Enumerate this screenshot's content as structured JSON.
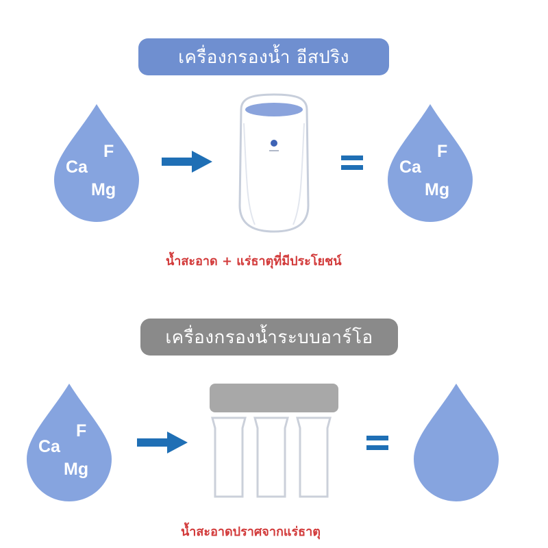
{
  "sections": {
    "espring": {
      "title": "เครื่องกรองน้ำ อีสปริง",
      "input_drop": {
        "minerals": [
          "Ca",
          "F",
          "Mg"
        ]
      },
      "operator": "=",
      "output_drop": {
        "minerals": [
          "Ca",
          "F",
          "Mg"
        ]
      },
      "caption": "น้ำสะอาด + แร่ธาตุที่มีประโยชน์"
    },
    "ro": {
      "title": "เครื่องกรองน้ำระบบอาร์โอ",
      "input_drop": {
        "minerals": [
          "Ca",
          "F",
          "Mg"
        ]
      },
      "operator": "=",
      "caption": "น้ำสะอาดปราศจากแร่ธาตุ"
    }
  },
  "colors": {
    "drop": "#86a4df",
    "arrow": "#1f6fb5",
    "espring_title_bg": "#6f8fd0",
    "ro_title_bg": "#8a8a8a",
    "caption": "#d23a3a"
  },
  "icons": [
    "water-drop-icon",
    "arrow-right-icon",
    "equals-icon",
    "espring-filter-icon",
    "ro-filter-icon"
  ]
}
